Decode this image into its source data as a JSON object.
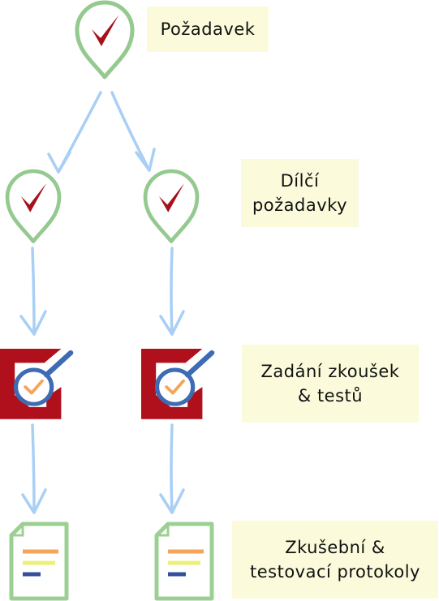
{
  "labels": {
    "requirement": "Požadavek",
    "sub_requirements": "Dílčí\npožadavky",
    "test_assignment": "Zadání zkoušek\n& testů",
    "test_protocols": "Zkušební &\ntestovací protokoly"
  },
  "icons": {
    "requirement": "check-map-pin-icon",
    "sub_requirement": "check-map-pin-icon",
    "test_assignment": "magnifier-check-icon",
    "protocol": "document-lines-icon"
  },
  "colors": {
    "label_background": "#fbfbdc",
    "arrow": "#a9cff5",
    "pin_outline": "#94c98f",
    "check": "#a5111d",
    "box_red": "#b0101c",
    "magnifier_blue": "#3d6cb4",
    "doc_outline": "#9cd093",
    "line_orange": "#f5a55a",
    "line_yellow": "#ecf07a",
    "line_blue": "#33519a"
  }
}
